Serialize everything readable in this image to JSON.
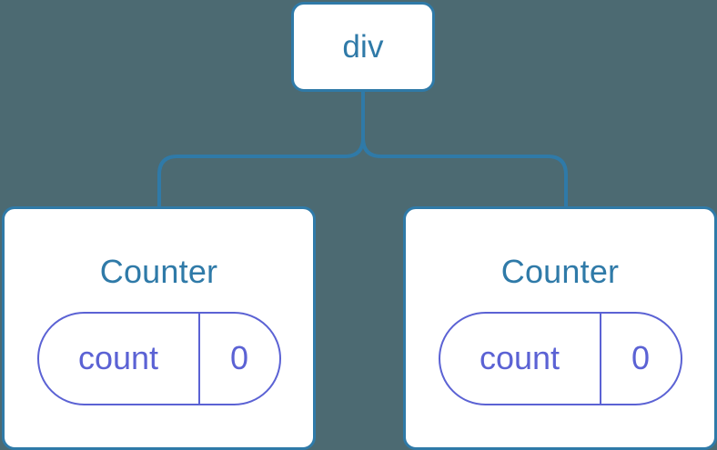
{
  "diagram": {
    "type": "component-tree",
    "background_color": "#4c6a72",
    "node_border_color": "#2f7aa8",
    "node_label_color": "#2f7aa8",
    "state_color": "#5b62d4",
    "connector_color": "#2f7aa8",
    "root": {
      "label": "div"
    },
    "children": [
      {
        "label": "Counter",
        "state": {
          "key": "count",
          "value": "0"
        }
      },
      {
        "label": "Counter",
        "state": {
          "key": "count",
          "value": "0"
        }
      }
    ]
  }
}
